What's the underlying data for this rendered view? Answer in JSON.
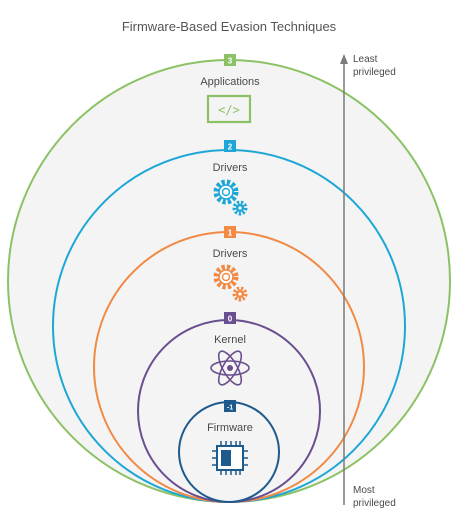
{
  "title": "Firmware-Based Evasion Techniques",
  "axis": {
    "top_line1": "Least",
    "top_line2": "privileged",
    "bottom_line1": "Most",
    "bottom_line2": "privileged",
    "color": "#7a7a7a"
  },
  "rings": [
    {
      "badge": "3",
      "label": "Applications",
      "color": "#8cc265",
      "icon": "code-icon"
    },
    {
      "badge": "2",
      "label": "Drivers",
      "color": "#1ea7d6",
      "icon": "gears-icon"
    },
    {
      "badge": "1",
      "label": "Drivers",
      "color": "#f08a45",
      "icon": "gears-icon"
    },
    {
      "badge": "0",
      "label": "Kernel",
      "color": "#6a4f8f",
      "icon": "atom-icon"
    },
    {
      "badge": "-1",
      "label": "Firmware",
      "color": "#1e5a8c",
      "icon": "chip-icon"
    }
  ]
}
